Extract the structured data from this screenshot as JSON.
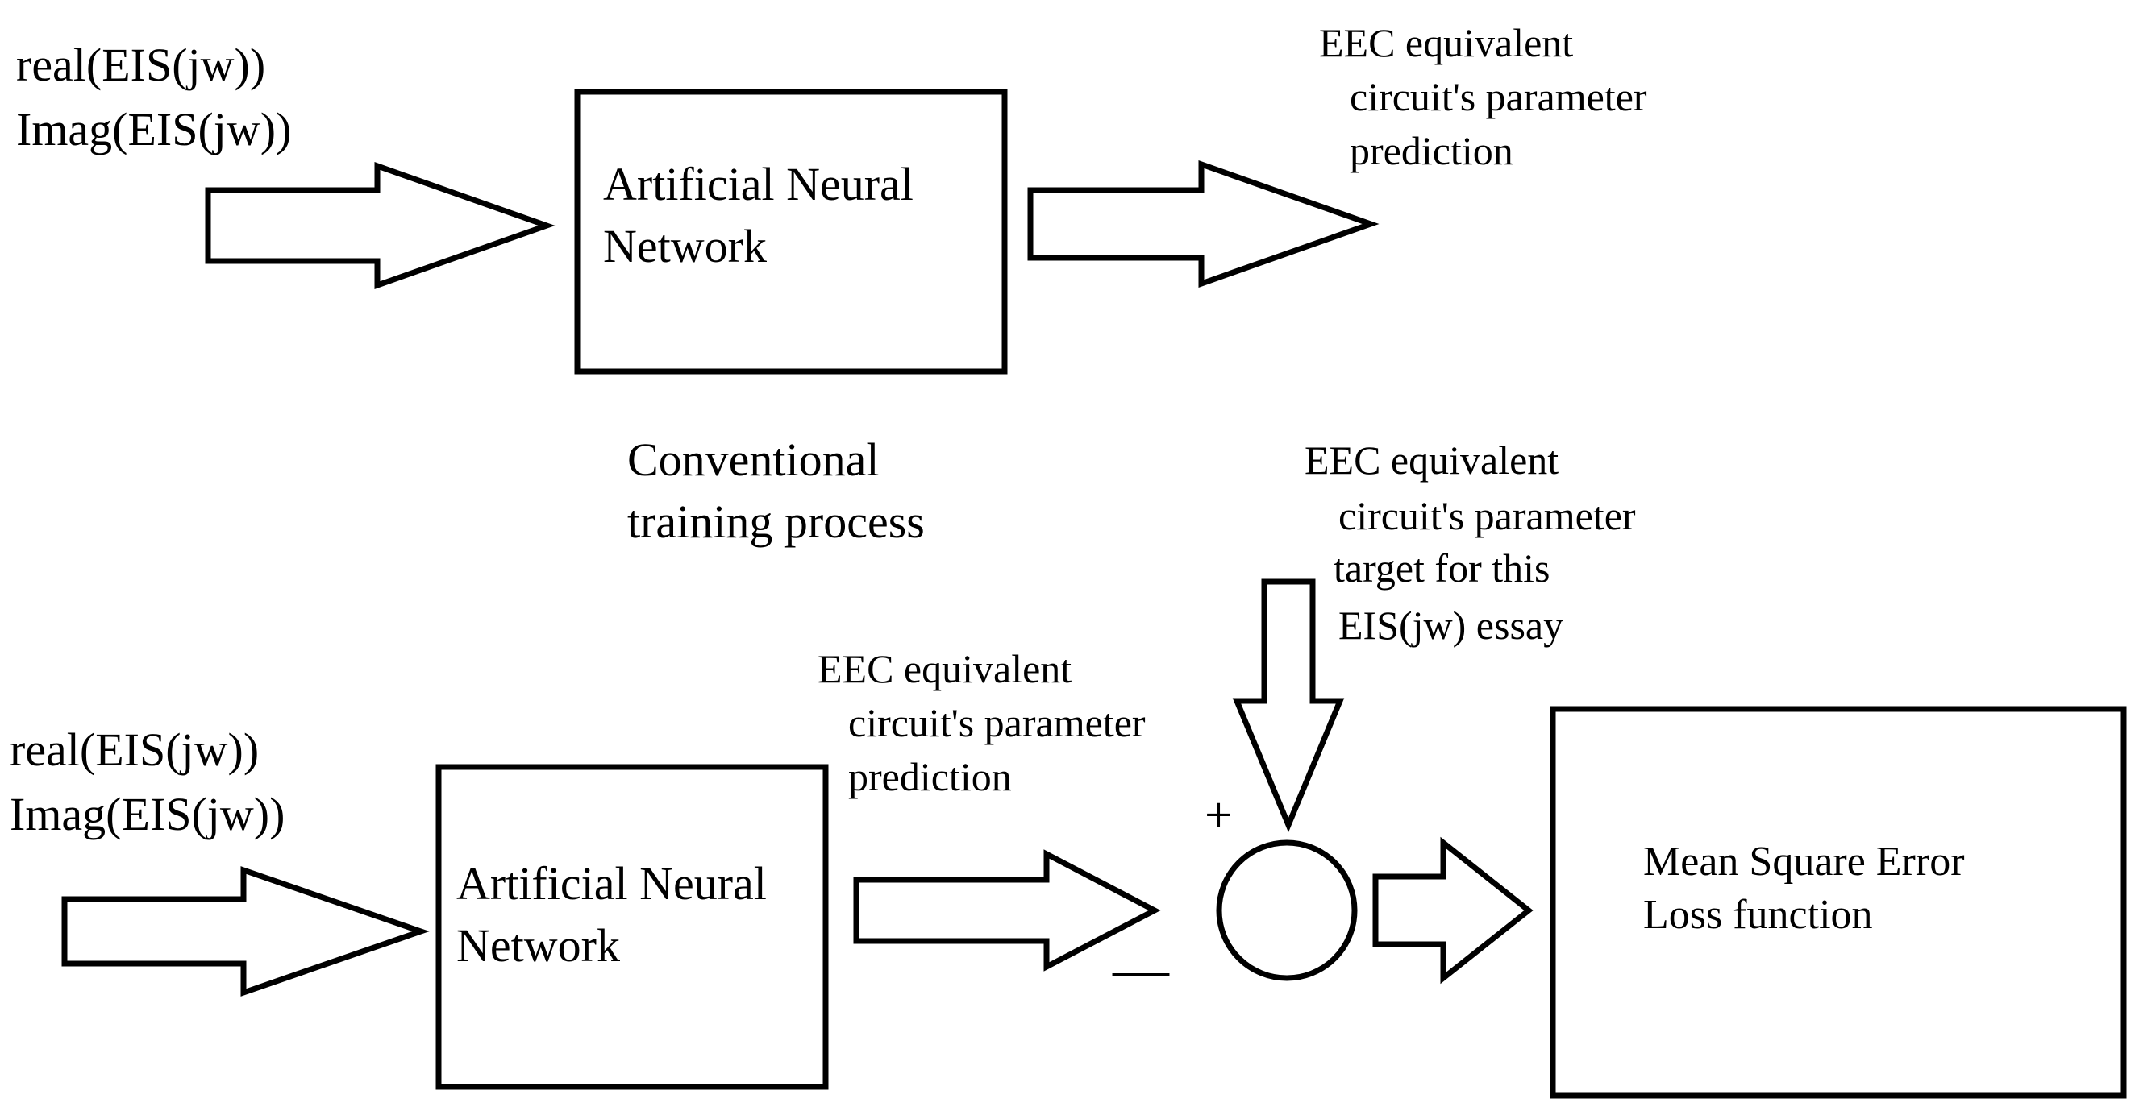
{
  "top_diagram": {
    "input_lines": [
      "real(EIS(jw))",
      "Imag(EIS(jw))"
    ],
    "box_lines": [
      "Artificial Neural",
      "Network"
    ],
    "output_lines": [
      "EEC equivalent",
      "circuit's parameter",
      "prediction"
    ],
    "caption_lines": [
      "Conventional",
      "training process"
    ]
  },
  "bottom_diagram": {
    "target_lines": [
      "EEC equivalent",
      "circuit's parameter",
      "target for this",
      "EIS(jw) essay"
    ],
    "prediction_lines": [
      "EEC equivalent",
      "circuit's parameter",
      "prediction"
    ],
    "input_lines": [
      "real(EIS(jw))",
      "Imag(EIS(jw))"
    ],
    "box_lines": [
      "Artificial Neural",
      "Network"
    ],
    "plus_sign": "+",
    "minus_sign": "—",
    "loss_lines": [
      "Mean Square Error",
      "Loss function"
    ]
  }
}
